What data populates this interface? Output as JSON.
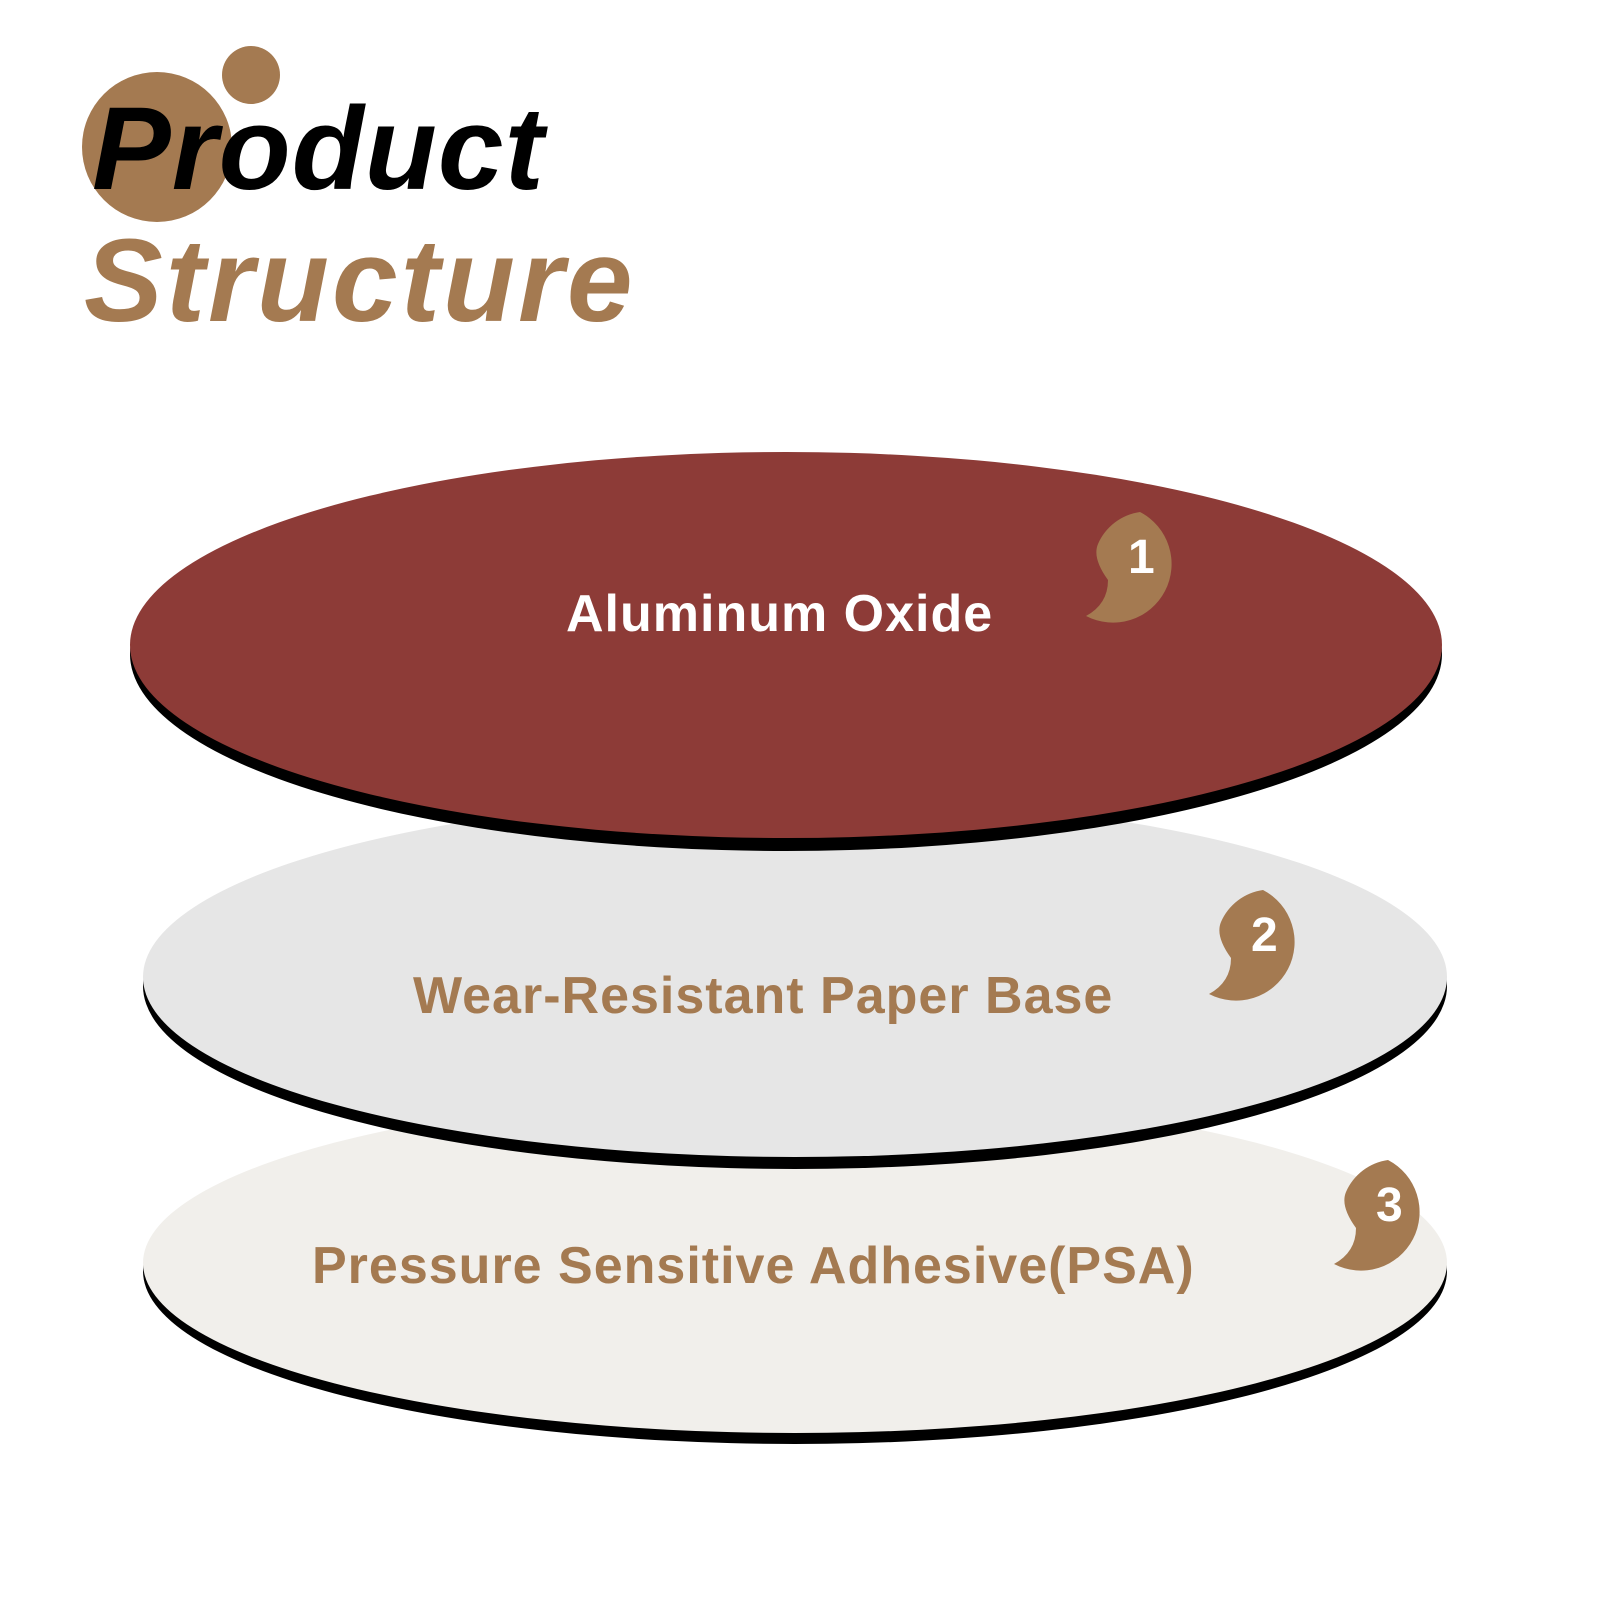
{
  "title": {
    "line1": "Product",
    "line2": "Structure"
  },
  "colors": {
    "accent": "#a47a51",
    "oxide": "#8d3b37",
    "paper": "#e6e6e6",
    "adhesive": "#f1efeb",
    "edge": "#000000",
    "title_dark": "#000000"
  },
  "layers": [
    {
      "number": "1",
      "label": "Aluminum Oxide"
    },
    {
      "number": "2",
      "label": "Wear-Resistant Paper Base"
    },
    {
      "number": "3",
      "label": "Pressure Sensitive Adhesive(PSA)"
    }
  ]
}
